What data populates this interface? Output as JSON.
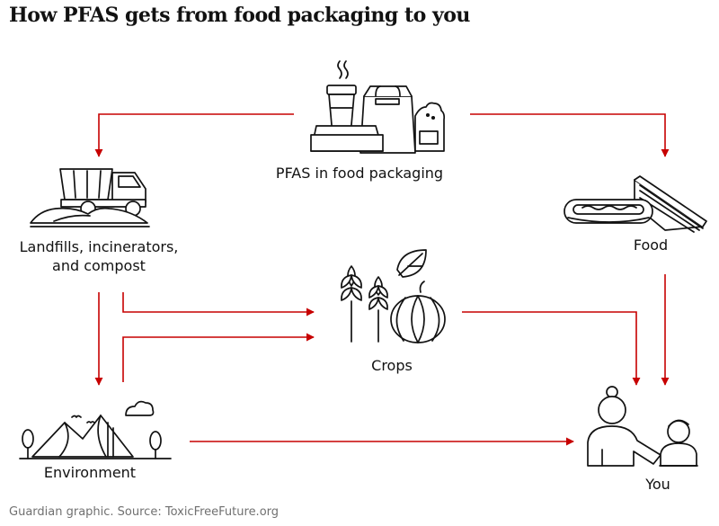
{
  "title": "How PFAS gets from food packaging to you",
  "nodes": {
    "packaging": "PFAS in food packaging",
    "landfills_line1": "Landfills, incinerators,",
    "landfills_line2": "and compost",
    "food": "Food",
    "crops": "Crops",
    "environment": "Environment",
    "you": "You"
  },
  "footer": "Guardian graphic. Source: ToxicFreeFuture.org",
  "colors": {
    "arrow": "#c70000",
    "ink": "#121212",
    "muted": "#707070"
  },
  "icons": {
    "packaging": "food-packaging-icon",
    "landfills": "garbage-truck-icon",
    "food": "hotdog-sandwich-icon",
    "crops": "crops-icon",
    "environment": "landscape-icon",
    "you": "adult-child-icon"
  }
}
